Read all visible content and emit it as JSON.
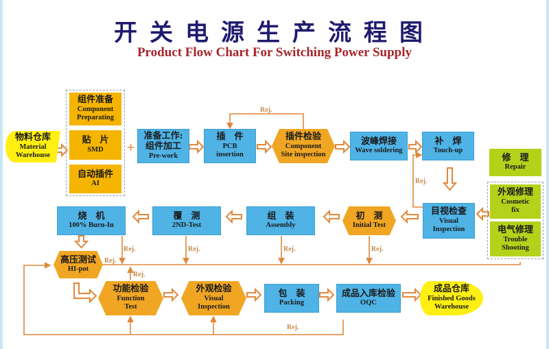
{
  "title_cn": "开关电源生产流程图",
  "title_en": "Product Flow Chart For Switching Power Supply",
  "colors": {
    "blue": "#4fb3e6",
    "orange": "#f0a623",
    "yellow": "#ffef12",
    "green": "#b5d21a",
    "arrow": "#e0873a",
    "title_cn": "#1f1a6e",
    "title_en": "#a8242a"
  },
  "plus": "+",
  "rej": "Rej.",
  "nodes": {
    "material_warehouse": {
      "cn": "物料仓库",
      "en1": "Material",
      "en2": "Warehouse"
    },
    "component_prep": {
      "cn": "组件准备",
      "en1": "Component",
      "en2": "Preparating"
    },
    "smd": {
      "cn": "贴　片",
      "en1": "SMD"
    },
    "ai": {
      "cn": "自动插件",
      "en1": "AI"
    },
    "prework": {
      "cn1": "准备工作:",
      "cn2": "组件加工",
      "en1": "Pre-work"
    },
    "pcb_insertion": {
      "cn": "插　件",
      "en1": "PCB",
      "en2": "insertion"
    },
    "component_site_insp": {
      "cn": "插件检验",
      "en1": "Component",
      "en2": "Site inspection"
    },
    "wave_soldering": {
      "cn": "波峰焊接",
      "en1": "Wave soldering"
    },
    "touch_up": {
      "cn": "补　焊",
      "en1": "Touch-up"
    },
    "repair": {
      "cn": "修　理",
      "en1": "Repair"
    },
    "cosmetic_fix": {
      "cn": "外观修理",
      "en1": "Cosmetic",
      "en2": "fix"
    },
    "trouble_shooting": {
      "cn": "电气修理",
      "en1": "Trouble",
      "en2": "Shooting"
    },
    "visual_inspection_1": {
      "cn": "目视检查",
      "en1": "Visual",
      "en2": "Inspection"
    },
    "initial_test": {
      "cn": "初　测",
      "en1": "Initial Test"
    },
    "assembly": {
      "cn": "组　装",
      "en1": "Assembly"
    },
    "second_test": {
      "cn": "覆　测",
      "en1": "2ND-Test"
    },
    "burn_in": {
      "cn": "烧　机",
      "en1": "100% Burn-In"
    },
    "hipot": {
      "cn": "高压测试",
      "en1": "HI-pot"
    },
    "function_test": {
      "cn": "功能检验",
      "en1": "Function",
      "en2": "Test"
    },
    "visual_inspection_2": {
      "cn": "外观检验",
      "en1": "Visual",
      "en2": "Inspection"
    },
    "packing": {
      "cn": "包　装",
      "en1": "Packing"
    },
    "oqc": {
      "cn": "成品入库检验",
      "en1": "OQC"
    },
    "finished_goods": {
      "cn": "成品仓库",
      "en1": "Finished Goods",
      "en2": "Warehouse"
    }
  }
}
